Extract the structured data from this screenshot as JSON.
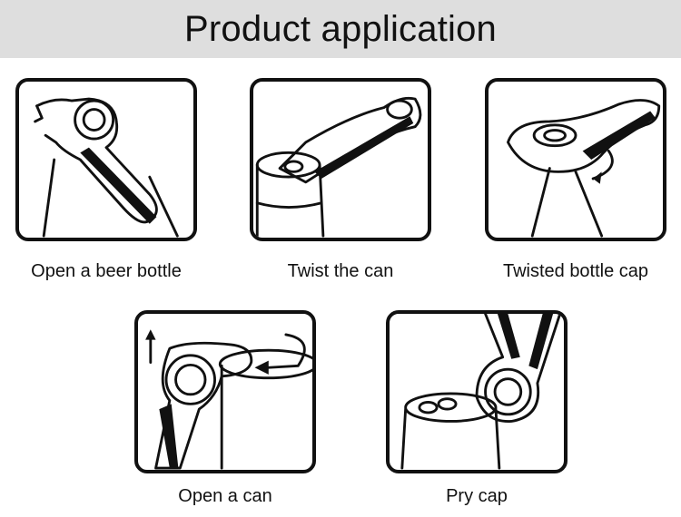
{
  "header": {
    "title": "Product application"
  },
  "panels": [
    {
      "caption": "Open a beer bottle"
    },
    {
      "caption": "Twist the can"
    },
    {
      "caption": "Twisted bottle cap"
    },
    {
      "caption": "Open a can"
    },
    {
      "caption": "Pry cap"
    }
  ]
}
